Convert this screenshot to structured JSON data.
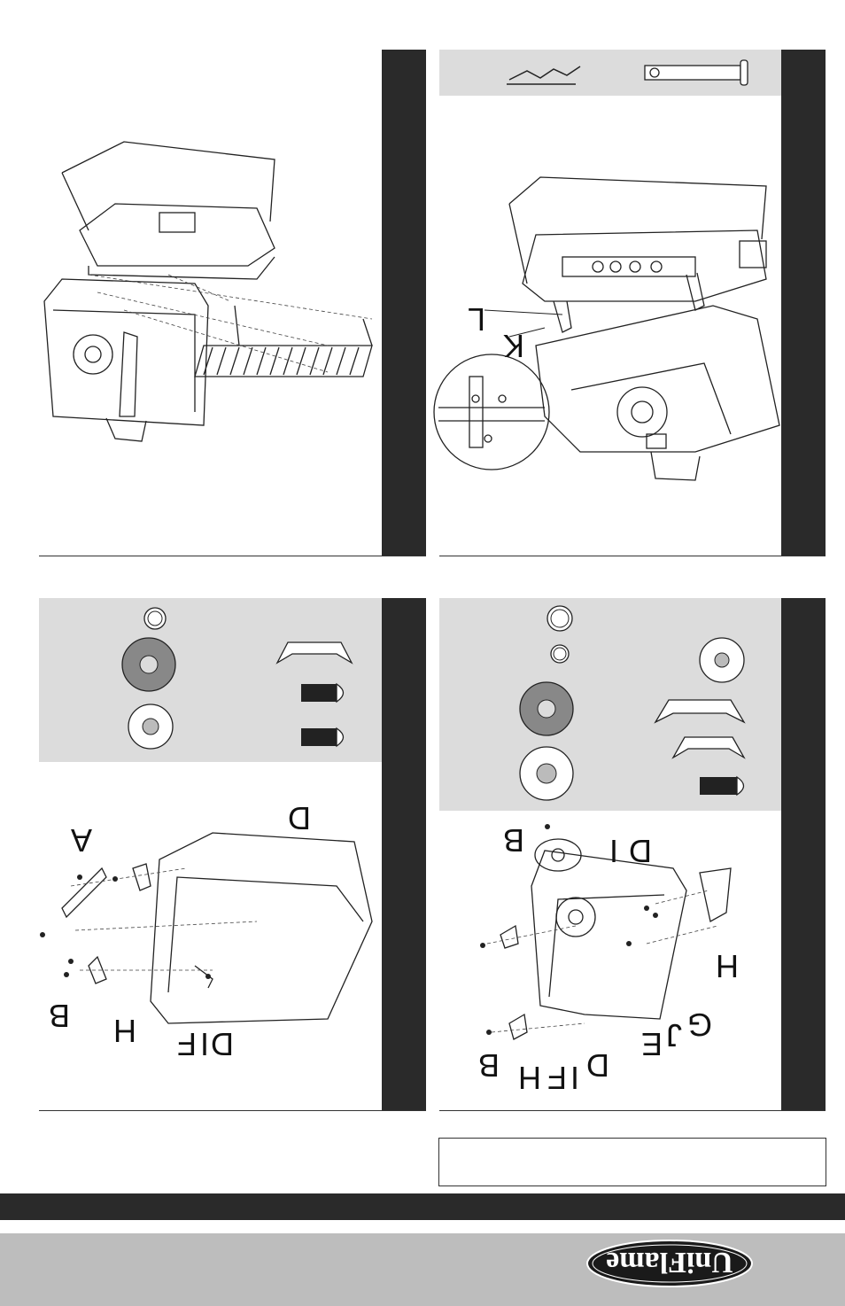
{
  "panels": {
    "top_left": {
      "labels": []
    },
    "top_right": {
      "labels": [
        "K",
        "L"
      ]
    },
    "bottom_left": {
      "labels": [
        "A",
        "B",
        "H",
        "D",
        "I",
        "F",
        "D"
      ]
    },
    "bottom_right": {
      "labels": [
        "B",
        "D",
        "I",
        "H",
        "G",
        "J",
        "E",
        "B",
        "H",
        "F",
        "I",
        "D"
      ]
    }
  },
  "logo": {
    "text": "UniFlame",
    "mark": "®"
  },
  "colors": {
    "bar": "#2a2a2a",
    "hardware_bg": "#dcdcdc",
    "footer_gray": "#bdbdbd"
  }
}
